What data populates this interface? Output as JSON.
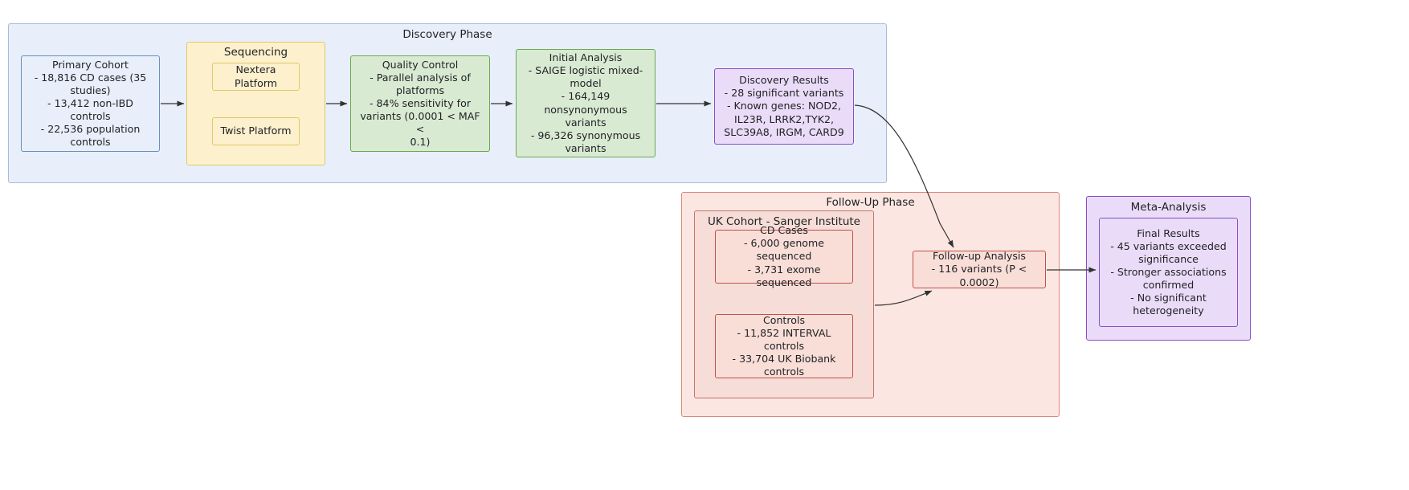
{
  "diagram": {
    "title": "Crohn's Disease Sequencing Study Flowchart",
    "type": "flowchart"
  },
  "phases": {
    "discovery": {
      "label": "Discovery Phase"
    },
    "sequencing": {
      "label": "Sequencing"
    },
    "followup": {
      "label": "Follow-Up Phase"
    },
    "uk_cohort": {
      "label": "UK Cohort - Sanger Institute"
    },
    "meta": {
      "label": "Meta-Analysis"
    }
  },
  "nodes": {
    "primary_cohort": {
      "title": "Primary Cohort",
      "lines": [
        "- 18,816 CD cases (35",
        "studies)",
        "- 13,412 non-IBD controls",
        "- 22,536 population",
        "controls"
      ]
    },
    "nextera": {
      "title": "Nextera Platform"
    },
    "twist": {
      "title": "Twist Platform"
    },
    "quality_control": {
      "title": "Quality Control",
      "lines": [
        "- Parallel analysis of",
        "platforms",
        "- 84% sensitivity for",
        "variants (0.0001 < MAF <",
        "0.1)"
      ]
    },
    "initial_analysis": {
      "title": "Initial Analysis",
      "lines": [
        "- SAIGE logistic mixed-",
        "model",
        "- 164,149 nonsynonymous",
        "variants",
        "- 96,326 synonymous",
        "variants"
      ]
    },
    "discovery_results": {
      "title": "Discovery Results",
      "lines": [
        "- 28 significant variants",
        "- Known genes: NOD2,",
        "IL23R, LRRK2,TYK2,",
        "SLC39A8, IRGM, CARD9"
      ]
    },
    "cd_cases": {
      "title": "CD Cases",
      "lines": [
        "- 6,000 genome sequenced",
        "- 3,731 exome sequenced"
      ]
    },
    "controls": {
      "title": "Controls",
      "lines": [
        "- 11,852 INTERVAL controls",
        "- 33,704 UK Biobank",
        "controls"
      ]
    },
    "followup_analysis": {
      "title": "Follow-up Analysis",
      "lines": [
        "- 116 variants (P < 0.0002)"
      ]
    },
    "final_results": {
      "title": "Final Results",
      "lines": [
        "- 45 variants exceeded",
        "significance",
        "- Stronger associations",
        "confirmed",
        "- No significant",
        "heterogeneity"
      ]
    }
  },
  "colors": {
    "discovery_bg": "#e8effa",
    "discovery_border": "#a7bcdb",
    "sequencing_bg": "#fcf0cd",
    "sequencing_border": "#e2c868",
    "green_bg": "#d9ead3",
    "green_border": "#6aa84f",
    "purple_bg": "#eadcf8",
    "purple_border": "#8a4fc4",
    "followup_bg": "#fbe6e1",
    "followup_border": "#d98a7d",
    "uk_bg": "#f6ddd8",
    "uk_border": "#c4756a",
    "red_node_bg": "#f9ded8",
    "red_node_border": "#c0504d",
    "arrow": "#333333",
    "text": "#1f2023"
  }
}
